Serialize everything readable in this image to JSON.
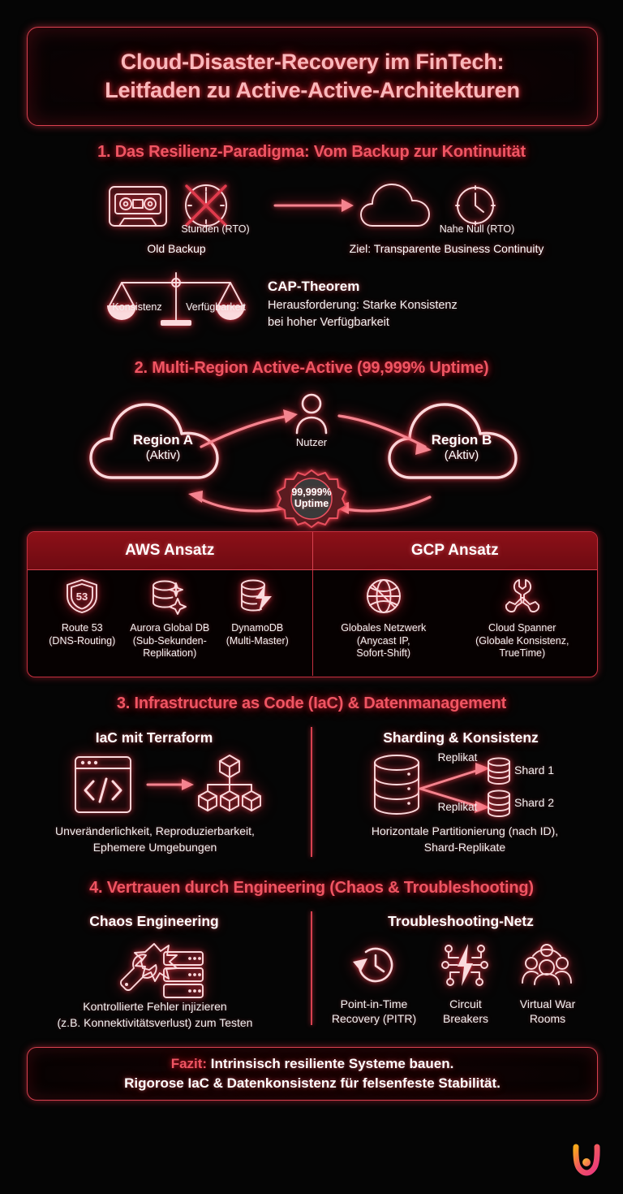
{
  "title": {
    "line1": "Cloud-Disaster-Recovery im FinTech:",
    "line2": "Leitfaden zu Active-Active-Architekturen"
  },
  "colors": {
    "background": "#050505",
    "accent_red": "#ef5563",
    "neon_pink": "#fadadd",
    "header_red": "#8d1018",
    "border_red": "#d8414f"
  },
  "section1": {
    "heading": "1. Das Resilienz-Paradigma: Vom Backup zur Kontinuität",
    "old_rto": "Stunden (RTO)",
    "old_label": "Old Backup",
    "new_rto": "Nahe Null (RTO)",
    "goal_label": "Ziel: Transparente Business Continuity",
    "scale_left": "Konsistenz",
    "scale_right": "Verfügbarkeit",
    "cap_title": "CAP-Theorem",
    "cap_line1": "Herausforderung: Starke Konsistenz",
    "cap_line2": "bei hoher Verfügbarkeit"
  },
  "section2": {
    "heading": "2. Multi-Region Active-Active (99,999% Uptime)",
    "region_a_name": "Region A",
    "region_a_state": "(Aktiv)",
    "region_b_name": "Region B",
    "region_b_state": "(Aktiv)",
    "user_label": "Nutzer",
    "badge_value": "99,999%",
    "badge_label": "Uptime",
    "table": {
      "headers": [
        "AWS Ansatz",
        "GCP Ansatz"
      ],
      "aws_items": [
        {
          "icon": "route53-shield-icon",
          "label": "Route 53\n(DNS-Routing)"
        },
        {
          "icon": "aurora-database-sparkle-icon",
          "label": "Aurora Global DB\n(Sub-Sekunden-\nReplikation)"
        },
        {
          "icon": "dynamodb-lightning-icon",
          "label": "DynamoDB\n(Multi-Master)"
        }
      ],
      "gcp_items": [
        {
          "icon": "globe-network-icon",
          "label": "Globales Netzwerk\n(Anycast IP,\nSofort-Shift)"
        },
        {
          "icon": "spanner-wrench-icon",
          "label": "Cloud Spanner\n(Globale Konsistenz,\nTrueTime)"
        }
      ]
    }
  },
  "section3": {
    "heading": "3. Infrastructure as Code (IaC) & Datenmanagement",
    "left": {
      "subheading": "IaC mit Terraform",
      "caption_line1": "Unveränderlichkeit, Reproduzierbarkeit,",
      "caption_line2": "Ephemere Umgebungen"
    },
    "right": {
      "subheading": "Sharding & Konsistenz",
      "replica_label_top": "Replikat",
      "replica_label_bottom": "Replikat",
      "shard1": "Shard 1",
      "shard2": "Shard 2",
      "caption_line1": "Horizontale Partitionierung (nach ID),",
      "caption_line2": "Shard-Replikate"
    }
  },
  "section4": {
    "heading": "4. Vertrauen durch Engineering (Chaos & Troubleshooting)",
    "left": {
      "subheading": "Chaos Engineering",
      "caption_line1": "Kontrollierte Fehler injizieren",
      "caption_line2": "(z.B. Konnektivitätsverlust) zum Testen"
    },
    "right": {
      "subheading": "Troubleshooting-Netz",
      "items": [
        {
          "icon": "clock-rewind-icon",
          "label": "Point-in-Time\nRecovery (PITR)"
        },
        {
          "icon": "circuit-lightning-icon",
          "label": "Circuit\nBreakers"
        },
        {
          "icon": "people-group-icon",
          "label": "Virtual War\nRooms"
        }
      ]
    }
  },
  "conclusion": {
    "prefix": "Fazit:",
    "line1_rest": " Intrinsisch resiliente Systeme bauen.",
    "line2": "Rigorose IaC & Datenkonsistenz für felsenfeste Stabilität."
  },
  "branding": {
    "logo": "u-brand-logo"
  }
}
